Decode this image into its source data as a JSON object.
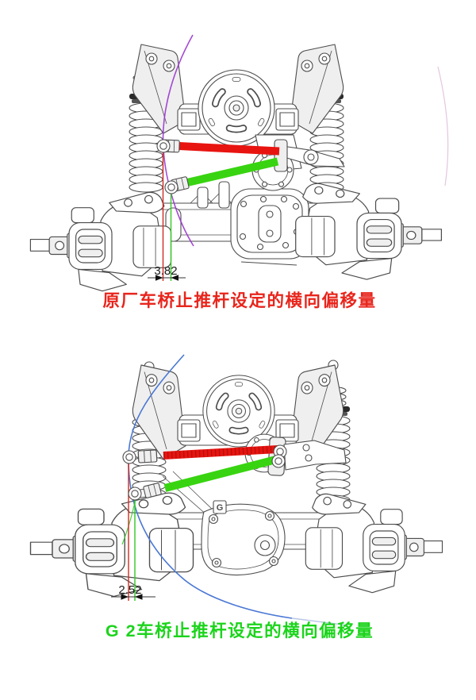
{
  "page": {
    "background": "#ffffff",
    "description": "Comparison of track-bar (thrust rod) lateral offset: stock axle vs G2 axle"
  },
  "figures": [
    {
      "id": "stock-axle",
      "caption": "原厂车桥止推杆设定的横向偏移量",
      "caption_color": "#e8251c",
      "dimension_value": "3.82",
      "stock_bar_color": "#e81410",
      "new_bar_color": "#38d411",
      "stock_offset_line_color": "#cf2a20",
      "new_offset_line_color": "#2fc922",
      "swing_arc_color": "#9a35cf",
      "faint_arc_color": "#e3c6dd"
    },
    {
      "id": "g2-axle",
      "caption": "G 2车桥止推杆设定的横向偏移量",
      "caption_color": "#1bd41b",
      "dimension_value": "2.52",
      "axle_badge": "G",
      "stock_bar_color": "#e81410",
      "new_bar_color": "#38d411",
      "stock_offset_line_color": "#cf2a20",
      "new_offset_line_color": "#2fc922",
      "swing_arc_color": "#4a77d4",
      "swing_arc_fade_color": "#b9c6e6",
      "misalign_arc_color": "#2fc922"
    }
  ],
  "linework": {
    "stroke": "#4d4d4d",
    "fill_light": "#efefef",
    "dark": "#2a2a2a",
    "dimension_text_color": "#1a1a1a"
  }
}
